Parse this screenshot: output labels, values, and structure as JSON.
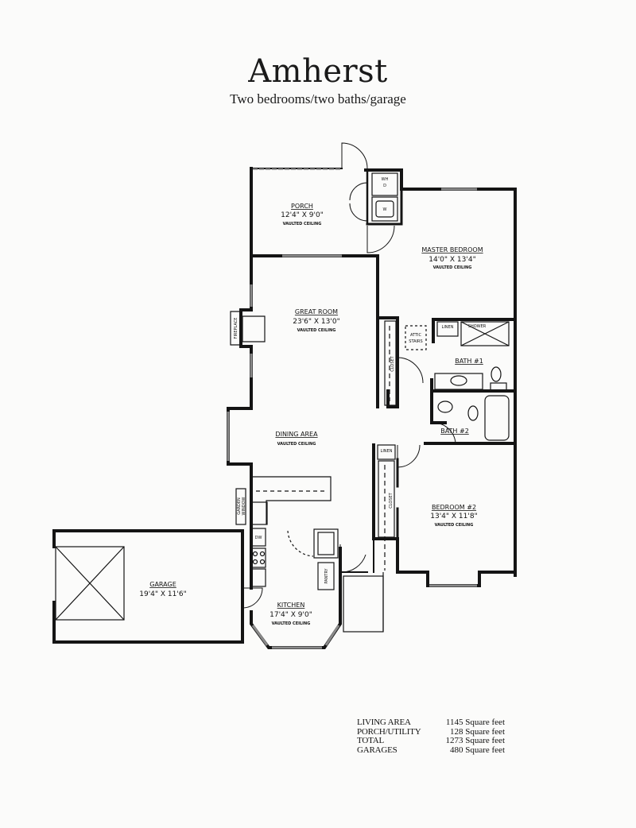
{
  "header": {
    "title": "Amherst",
    "subtitle": "Two bedrooms/two baths/garage"
  },
  "rooms": {
    "porch": {
      "name": "PORCH",
      "dimensions": "12'4\" X 9'0\"",
      "note": "VAULTED CEILING"
    },
    "master_bedroom": {
      "name": "MASTER BEDROOM",
      "dimensions": "14'0\" X 13'4\"",
      "note": "VAULTED CEILING"
    },
    "great_room": {
      "name": "GREAT ROOM",
      "dimensions": "23'6\" X 13'0\"",
      "note": "VAULTED CEILING"
    },
    "dining_area": {
      "name": "DINING AREA",
      "note": "VAULTED CEILING"
    },
    "bedroom_2": {
      "name": "BEDROOM #2",
      "dimensions": "13'4\" X 11'8\"",
      "note": "VAULTED CEILING"
    },
    "kitchen": {
      "name": "KITCHEN",
      "dimensions": "17'4\" X 9'0\"",
      "note": "VAULTED CEILING"
    },
    "garage": {
      "name": "GARAGE",
      "dimensions": "19'4\" X 11'6\""
    },
    "bath_1": {
      "name": "BATH #1"
    },
    "bath_2": {
      "name": "BATH #2"
    }
  },
  "fixtures": {
    "washer": "W",
    "dryer": "D",
    "washer_header": "WH",
    "linen_1": "LINEN",
    "linen_2": "LINEN",
    "shower": "SHOWER",
    "attic_stairs_1": "ATTIC",
    "attic_stairs_2": "STAIRS",
    "closet_1": "CLOSET",
    "closet_2": "CLOSET",
    "fireplace": "FIREPLACE",
    "pantry": "PANTRY",
    "garden_window_1": "GARDEN",
    "garden_window_2": "WINDOW",
    "dishwasher": "DW"
  },
  "area_summary": [
    {
      "label": "LIVING AREA",
      "value": "1145 Square feet"
    },
    {
      "label": "PORCH/UTILITY",
      "value": "128 Square feet"
    },
    {
      "label": "TOTAL",
      "value": "1273 Square feet"
    },
    {
      "label": "GARAGES",
      "value": "480 Square feet"
    }
  ],
  "colors": {
    "background": "#fbfbfa",
    "wall": "#141414",
    "window": "#9a9a9a"
  }
}
